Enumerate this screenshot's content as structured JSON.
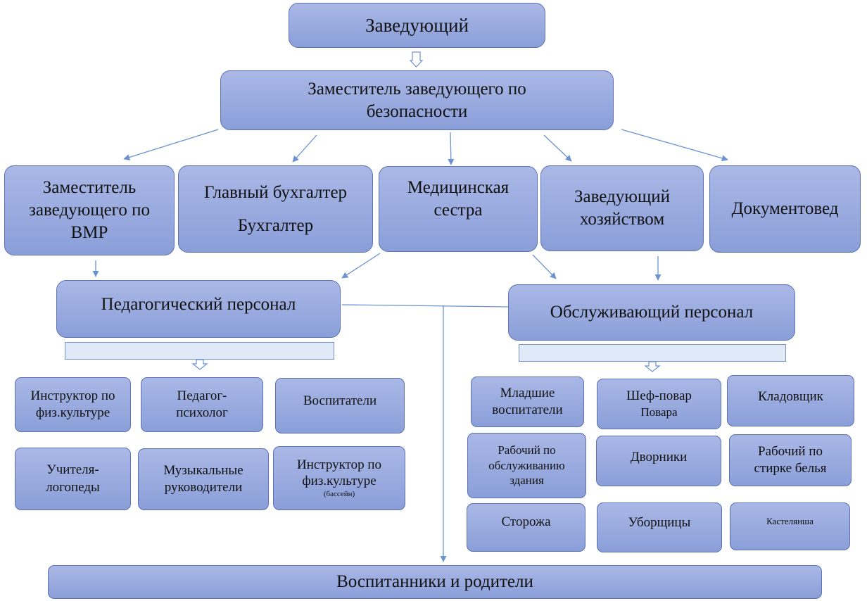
{
  "nodes": {
    "head": "Заведующий",
    "deputy_safety_line1": "Заместитель заведующего по",
    "deputy_safety_line2": "безопасности",
    "deputy_vmr_line1": "Заместитель",
    "deputy_vmr_line2": "заведующего по",
    "deputy_vmr_line3": "ВМР",
    "chief_accountant": "Главный бухгалтер",
    "accountant": "Бухгалтер",
    "nurse_line1": "Медицинская",
    "nurse_line2": "сестра",
    "housekeeping_line1": "Заведующий",
    "housekeeping_line2": "хозяйством",
    "document_manager": "Документовед",
    "teaching_staff": "Педагогический персонал",
    "service_staff": "Обслуживающий персонал",
    "pupils_parents": "Воспитанники и родители"
  },
  "teaching_roles": {
    "pe_instructor_line1": "Инструктор по",
    "pe_instructor_line2": "физ.культуре",
    "psychologist_line1": "Педагог-",
    "psychologist_line2": "психолог",
    "educators": "Воспитатели",
    "speech_therapists_line1": "Учителя-",
    "speech_therapists_line2": "логопеды",
    "music_directors_line1": "Музыкальные",
    "music_directors_line2": "руководители",
    "pool_instructor_line1": "Инструктор по",
    "pool_instructor_line2": "физ.культуре",
    "pool_instructor_note": "(бассейн)"
  },
  "service_roles": {
    "junior_educators_line1": "Младшие",
    "junior_educators_line2": "воспитатели",
    "chef": "Шеф-повар",
    "cooks": "Повара",
    "storekeeper": "Кладовщик",
    "maintenance_worker_line1": "Рабочий по",
    "maintenance_worker_line2": "обслуживанию",
    "maintenance_worker_line3": "здания",
    "janitors": "Дворники",
    "laundry_worker_line1": "Рабочий по",
    "laundry_worker_line2": "стирке белья",
    "watchmen": "Сторожа",
    "cleaners": "Уборщицы",
    "linen_keeper": "Кастелянша"
  },
  "colors": {
    "box_fill_top": "#aab8e6",
    "box_fill_bottom": "#8a9ed8",
    "box_border": "#5b72b3",
    "strip_fill": "#dfe9f7",
    "arrow": "#6a93cf"
  }
}
